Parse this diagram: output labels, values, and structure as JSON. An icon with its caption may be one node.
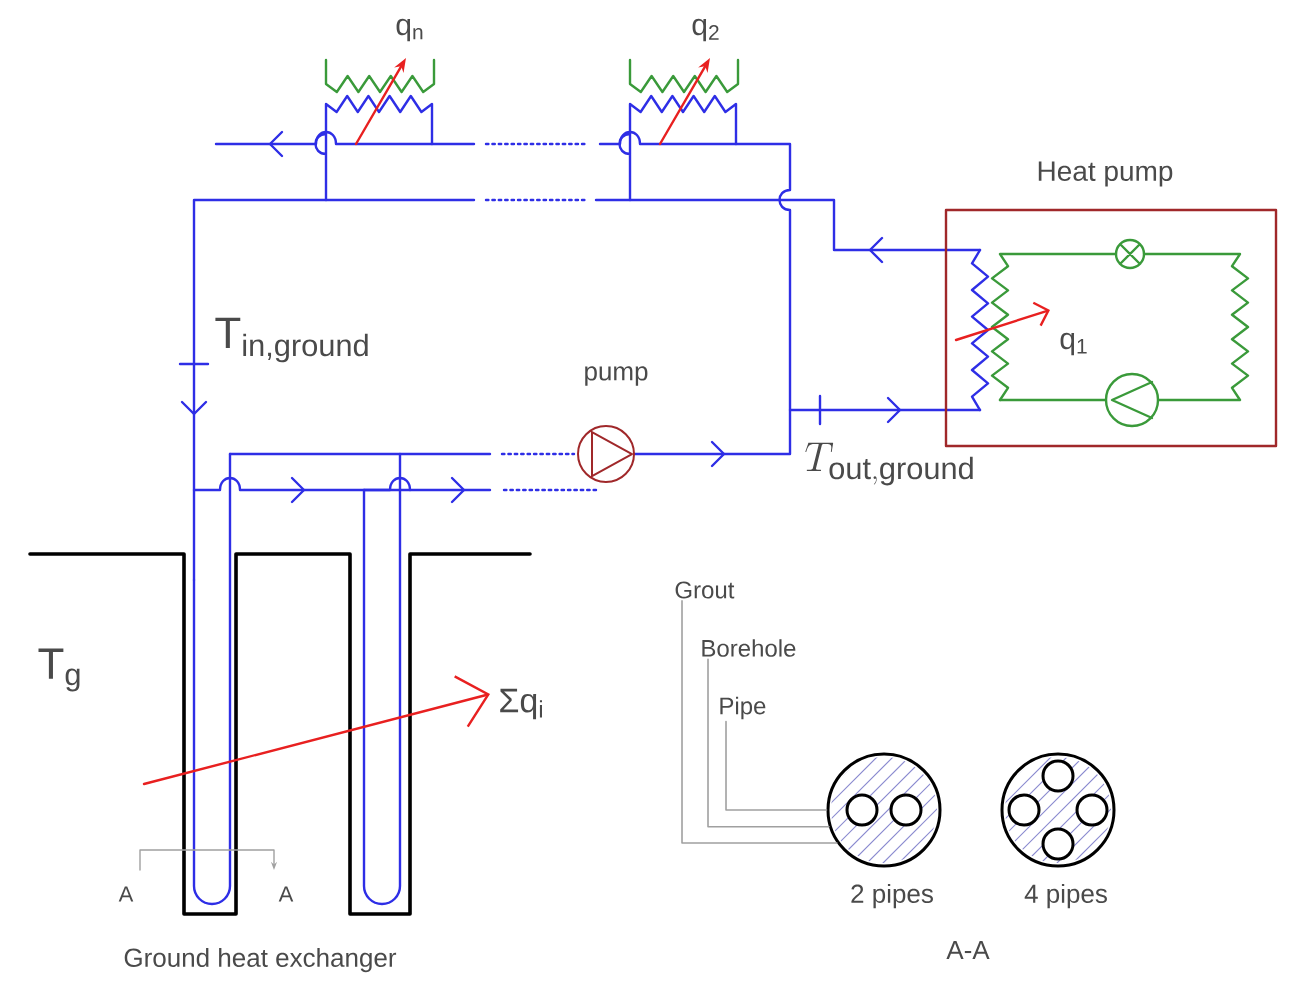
{
  "diagram": {
    "nodes": [
      {
        "text": [
          "Heat pump"
        ]
      },
      {
        "text": [
          "Grout"
        ]
      },
      {
        "text": [
          "Borehole"
        ]
      },
      {
        "text": [
          "Pipe"
        ]
      },
      {
        "text": [],
        "shape": "circle",
        "beside": [
          "2 pipes"
        ]
      },
      {
        "text": [],
        "shape": "circle",
        "beside": [
          "4 pipes"
        ]
      }
    ],
    "edges": [
      {
        "from": 1,
        "to": 4,
        "arrow": "none"
      },
      {
        "from": 2,
        "to": 4,
        "arrow": "none"
      },
      {
        "from": 3,
        "to": 4,
        "arrow": "none"
      }
    ],
    "labels": [
      "q$_{n}$",
      "q$_{2}$",
      "q$_{1}$",
      "T$_{in,ground}$",
      "pump",
      "T_{\\mathrm{out,ground}}",
      "T$_{g}$",
      "Σq$_{i}$",
      "A",
      "A",
      "Ground heat exchanger",
      "A-A"
    ]
  }
}
